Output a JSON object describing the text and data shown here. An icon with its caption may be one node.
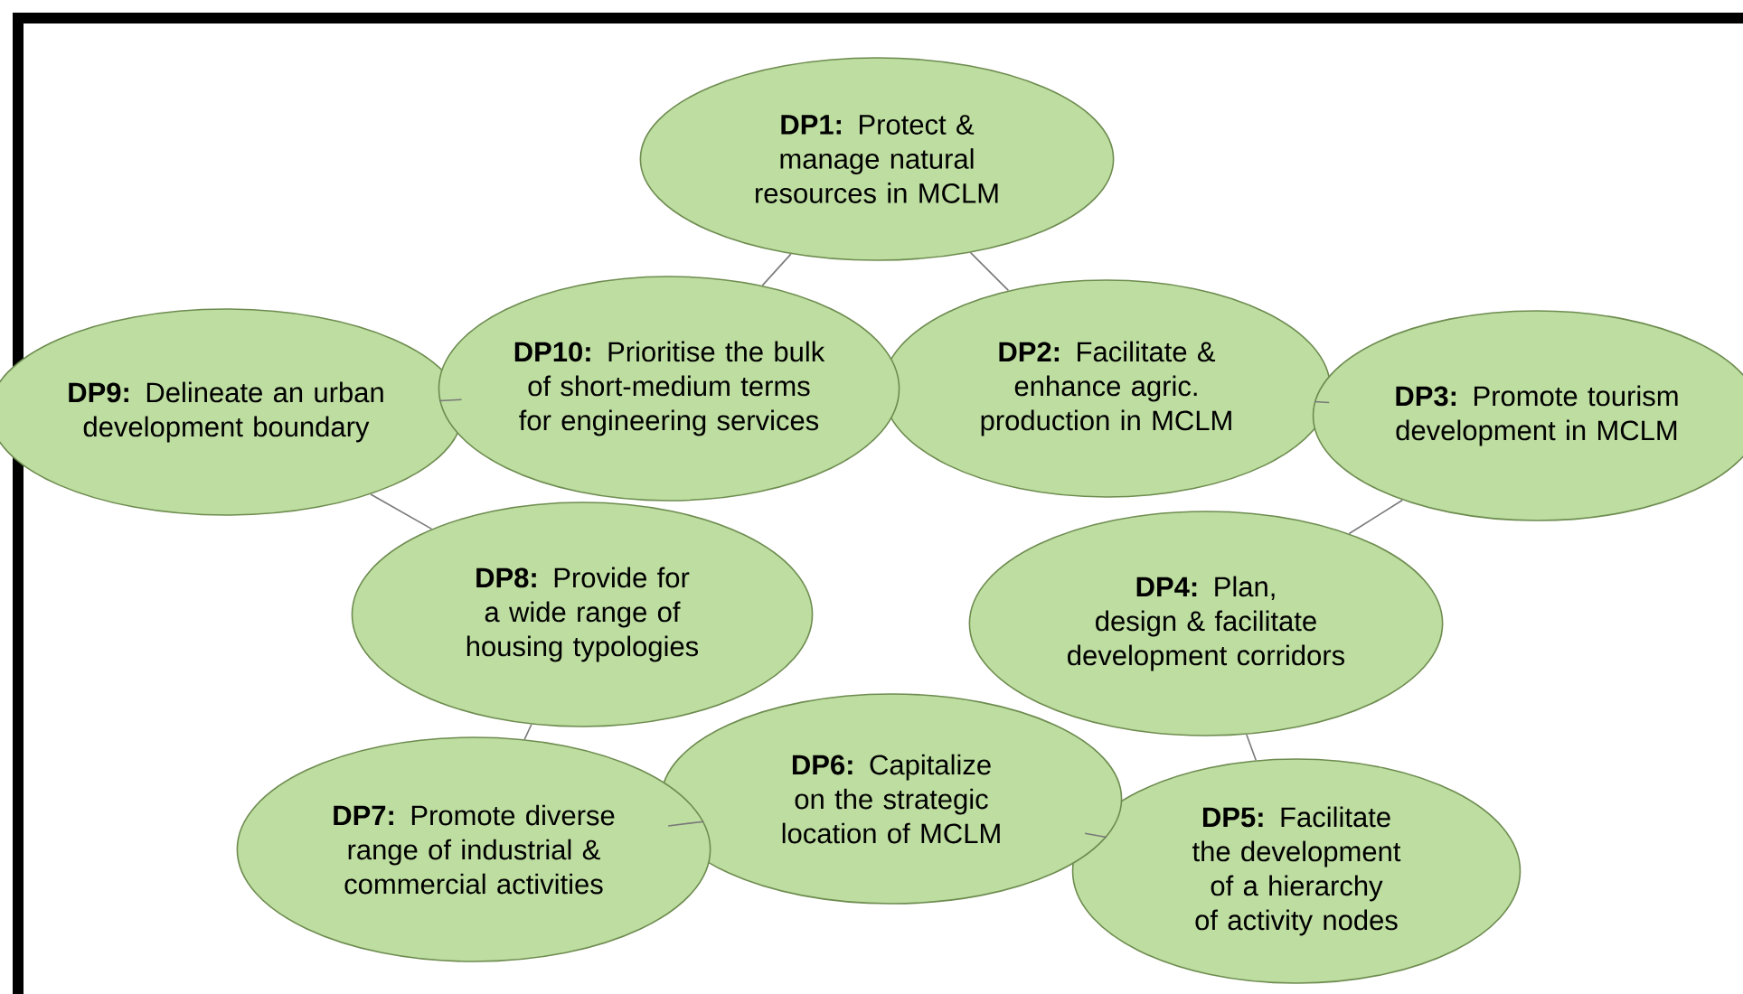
{
  "diagram": {
    "nodes": [
      {
        "text": [
          "**DP1:** Protect & manage natural resources in MCLM"
        ]
      },
      {
        "text": [
          "**DP2:** Facilitate & enhance agric. production in MCLM"
        ]
      },
      {
        "text": [
          "**DP3:** Promote tourism development in MCLM"
        ]
      },
      {
        "text": [
          "**DP4:** Plan, design & facilitate development corridors"
        ]
      },
      {
        "text": [
          "**DP5:** Facilitate the development of a hierarchy of activity nodes"
        ]
      },
      {
        "text": [
          "**DP6:** Capitalize on the strategic location of MCLM"
        ]
      },
      {
        "text": [
          "**DP7:** Promote diverse range of industrial & commercial activities"
        ]
      },
      {
        "text": [
          "**DP8:** Provide for a wide range of housing typologies"
        ]
      },
      {
        "text": [
          "**DP9:** Delineate an urban development boundary"
        ]
      },
      {
        "text": [
          "**DP10:** Prioritise the bulk of short-medium terms for engineering services"
        ]
      }
    ],
    "edges": [
      {
        "from": 0,
        "to": 1,
        "arrow": "none"
      },
      {
        "from": 1,
        "to": 2,
        "arrow": "none"
      },
      {
        "from": 2,
        "to": 3,
        "arrow": "none"
      },
      {
        "from": 3,
        "to": 4,
        "arrow": "none"
      },
      {
        "from": 5,
        "to": 4,
        "arrow": "none"
      },
      {
        "from": 6,
        "to": 5,
        "arrow": "none"
      },
      {
        "from": 7,
        "to": 6,
        "arrow": "none"
      },
      {
        "from": 8,
        "to": 7,
        "arrow": "none"
      },
      {
        "from": 9,
        "to": 8,
        "arrow": "none"
      },
      {
        "from": 0,
        "to": 9,
        "arrow": "none"
      }
    ]
  }
}
